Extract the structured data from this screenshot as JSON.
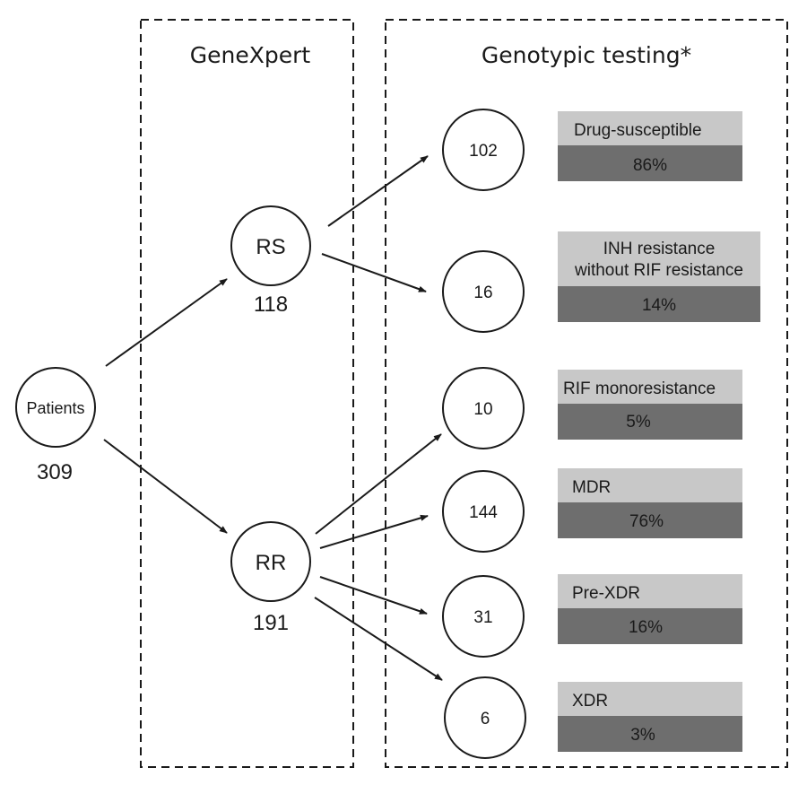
{
  "headers": {
    "genexpert": "GeneXpert",
    "genotypic": "Genotypic testing*"
  },
  "patients": {
    "label": "Patients",
    "count": "309"
  },
  "rs": {
    "label": "RS",
    "count": "118"
  },
  "rr": {
    "label": "RR",
    "count": "191"
  },
  "outcomes": [
    {
      "count": "102",
      "category": [
        "Drug-susceptible"
      ],
      "percent": "86%"
    },
    {
      "count": "16",
      "category": [
        "INH resistance",
        "without RIF resistance"
      ],
      "percent": "14%"
    },
    {
      "count": "10",
      "category": [
        "RIF monoresistance"
      ],
      "percent": "5%"
    },
    {
      "count": "144",
      "category": [
        "MDR"
      ],
      "percent": "76%"
    },
    {
      "count": "31",
      "category": [
        "Pre-XDR"
      ],
      "percent": "16%"
    },
    {
      "count": "6",
      "category": [
        "XDR"
      ],
      "percent": "3%"
    }
  ]
}
